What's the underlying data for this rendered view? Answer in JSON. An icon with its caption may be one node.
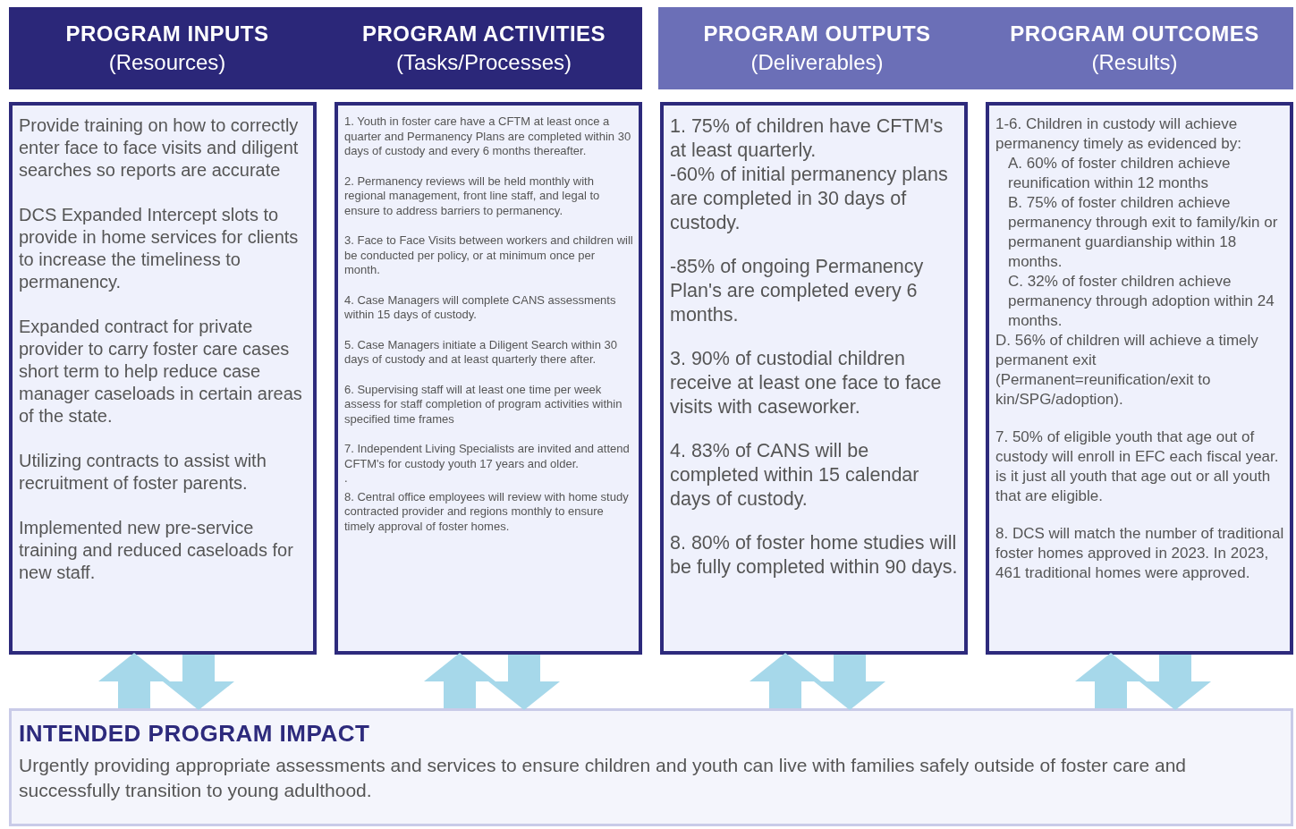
{
  "diagram": {
    "nodes": [
      {
        "text": [
          "PROGRAM INPUTS",
          "(Resources)"
        ]
      },
      {
        "text": [
          "PROGRAM ACTIVITIES",
          "(Tasks/Processes)"
        ]
      },
      {
        "text": [
          "PROGRAM OUTPUTS",
          "(Deliverables)"
        ]
      },
      {
        "text": [
          "PROGRAM OUTCOMES",
          "(Results)"
        ]
      },
      {
        "text": [
          "Provide training on how to correctly enter face to face visits and diligent searches so reports are accurate",
          "DCS Expanded Intercept slots to provide in home services for clients to increase the timeliness to permanency.",
          "Expanded contract for private provider to carry foster care cases short term to help reduce case manager caseloads in certain areas of the state.",
          "Utilizing contracts to assist with recruitment of foster parents.",
          "Implemented new pre-service training and reduced caseloads for new staff."
        ]
      },
      {
        "text": [
          "1. Youth in foster care have a CFTM at least once a quarter and Permanency Plans are completed within 30 days of custody and every 6 months thereafter.",
          "2. Permanency reviews will be held monthly with regional management, front line staff, and legal to ensure to address barriers to permanency.",
          "3. Face to Face Visits between workers and children will be conducted per policy, or at minimum once per month.",
          "4. Case Managers will complete CANS assessments within 15 days of custody.",
          "5. Case Managers initiate a Diligent Search within 30 days of custody and at least quarterly there after.",
          "6. Supervising staff will at least one time per week assess for staff completion of program activities within specified time frames",
          "7. Independent Living Specialists are invited and attend CFTM's for custody youth 17 years and older.",
          ".",
          "8. Central office employees will review with home study contracted provider and regions monthly to ensure timely approval of foster homes."
        ]
      },
      {
        "text": [
          "1. 75% of children have CFTM's at least quarterly.",
          "-60% of initial permanency plans are completed in 30 days of custody.",
          "-85% of ongoing Permanency Plan's are completed every 6 months.",
          "3. 90% of custodial children receive at least one face to face visits with caseworker.",
          "4. 83% of CANS will be completed within 15 calendar days of custody.",
          "8.  80% of foster home studies will be fully completed within 90 days."
        ]
      },
      {
        "text": [
          "1-6. Children in custody will achieve permanency timely as evidenced by:",
          "A. 60% of foster children achieve reunification within 12 months",
          "B. 75% of foster children achieve permanency through exit to family/kin or permanent guardianship within 18 months.",
          "C. 32% of foster children achieve permanency through adoption within 24 months.",
          "D. 56% of children will achieve a timely permanent exit (Permanent=reunification/exit to kin/SPG/adoption).",
          "7. 50% of eligible youth that age out of custody will enroll in EFC each fiscal year. is it just all youth that age out or all youth that are eligible.",
          "8. DCS will match the number of traditional foster homes  approved in 2023.  In 2023, 461 traditional homes were approved."
        ]
      },
      {
        "text": [
          "INTENDED PROGRAM IMPACT",
          "Urgently providing appropriate assessments and services to ensure children and youth can live with families safely outside of foster care and successfully transition to young adulthood."
        ]
      }
    ],
    "edges": [
      {
        "from": 8,
        "to": 4,
        "arrow": "to"
      },
      {
        "from": 4,
        "to": 8,
        "arrow": "to"
      },
      {
        "from": 8,
        "to": 5,
        "arrow": "to"
      },
      {
        "from": 5,
        "to": 8,
        "arrow": "to"
      },
      {
        "from": 8,
        "to": 6,
        "arrow": "to"
      },
      {
        "from": 6,
        "to": 8,
        "arrow": "to"
      },
      {
        "from": 8,
        "to": 7,
        "arrow": "to"
      },
      {
        "from": 7,
        "to": 8,
        "arrow": "to"
      }
    ]
  }
}
